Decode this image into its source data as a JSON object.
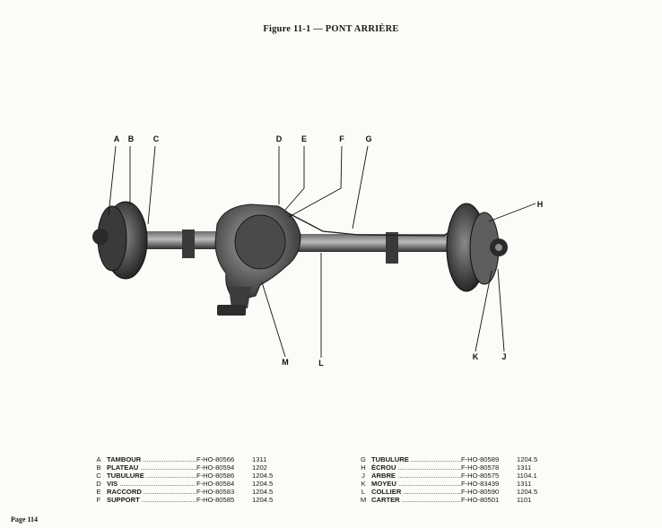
{
  "title": "Figure 11-1 — PONT ARRIÈRE",
  "callouts": [
    "A",
    "B",
    "C",
    "D",
    "E",
    "F",
    "G",
    "H",
    "J",
    "K",
    "L",
    "M"
  ],
  "parts_left": [
    {
      "letter": "A",
      "name": "TAMBOUR",
      "ref": "F-HO-80566",
      "code": "1311"
    },
    {
      "letter": "B",
      "name": "PLATEAU",
      "ref": "F-HO-80594",
      "code": "1202"
    },
    {
      "letter": "C",
      "name": "TUBULURE",
      "ref": "F-HO-80586",
      "code": "1204.5"
    },
    {
      "letter": "D",
      "name": "VIS",
      "ref": "F-HO-80584",
      "code": "1204.5"
    },
    {
      "letter": "E",
      "name": "RACCORD",
      "ref": "F-HO-80583",
      "code": "1204.5"
    },
    {
      "letter": "F",
      "name": "SUPPORT",
      "ref": "F-HO-80585",
      "code": "1204.5"
    }
  ],
  "parts_right": [
    {
      "letter": "G",
      "name": "TUBULURE",
      "ref": "F-HO-80589",
      "code": "1204.5"
    },
    {
      "letter": "H",
      "name": "ÉCROU",
      "ref": "F-HO-80578",
      "code": "1311"
    },
    {
      "letter": "J",
      "name": "ARBRE",
      "ref": "F-HO-80575",
      "code": "1104.1"
    },
    {
      "letter": "K",
      "name": "MOYEU",
      "ref": "F-HO-83439",
      "code": "1311"
    },
    {
      "letter": "L",
      "name": "COLLIER",
      "ref": "F-HO-80590",
      "code": "1204.5"
    },
    {
      "letter": "M",
      "name": "CARTER",
      "ref": "F-HO-80501",
      "code": "1101"
    }
  ],
  "footer": "Page 114",
  "colors": {
    "ink": "#111111",
    "metal_dark": "#2a2a2a",
    "metal_mid": "#5a5a5a",
    "metal_light": "#9a9a9a",
    "paper": "#fbfbf8"
  }
}
